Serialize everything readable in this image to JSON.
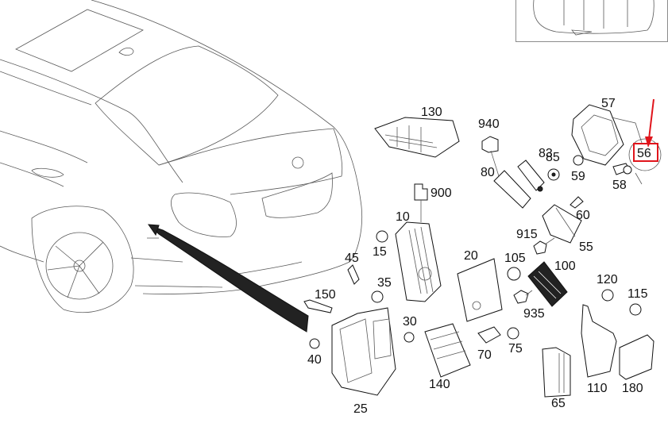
{
  "diagram": {
    "title": "Control unit parts diagram",
    "highlight_color": "#e0151c",
    "highlighted_part": "56",
    "callouts": [
      {
        "id": "10",
        "label": "10"
      },
      {
        "id": "15",
        "label": "15"
      },
      {
        "id": "20",
        "label": "20"
      },
      {
        "id": "25",
        "label": "25"
      },
      {
        "id": "30",
        "label": "30"
      },
      {
        "id": "35",
        "label": "35"
      },
      {
        "id": "40",
        "label": "40"
      },
      {
        "id": "45",
        "label": "45"
      },
      {
        "id": "55",
        "label": "55"
      },
      {
        "id": "56",
        "label": "56"
      },
      {
        "id": "57",
        "label": "57"
      },
      {
        "id": "58",
        "label": "58"
      },
      {
        "id": "59",
        "label": "59"
      },
      {
        "id": "60",
        "label": "60"
      },
      {
        "id": "65",
        "label": "65"
      },
      {
        "id": "70",
        "label": "70"
      },
      {
        "id": "75",
        "label": "75"
      },
      {
        "id": "80",
        "label": "80"
      },
      {
        "id": "83",
        "label": "83"
      },
      {
        "id": "85",
        "label": "85"
      },
      {
        "id": "100",
        "label": "100"
      },
      {
        "id": "105",
        "label": "105"
      },
      {
        "id": "110",
        "label": "110"
      },
      {
        "id": "115",
        "label": "115"
      },
      {
        "id": "120",
        "label": "120"
      },
      {
        "id": "130",
        "label": "130"
      },
      {
        "id": "140",
        "label": "140"
      },
      {
        "id": "150",
        "label": "150"
      },
      {
        "id": "180",
        "label": "180"
      },
      {
        "id": "900",
        "label": "900"
      },
      {
        "id": "915",
        "label": "915"
      },
      {
        "id": "935",
        "label": "935"
      },
      {
        "id": "940",
        "label": "940"
      }
    ]
  }
}
